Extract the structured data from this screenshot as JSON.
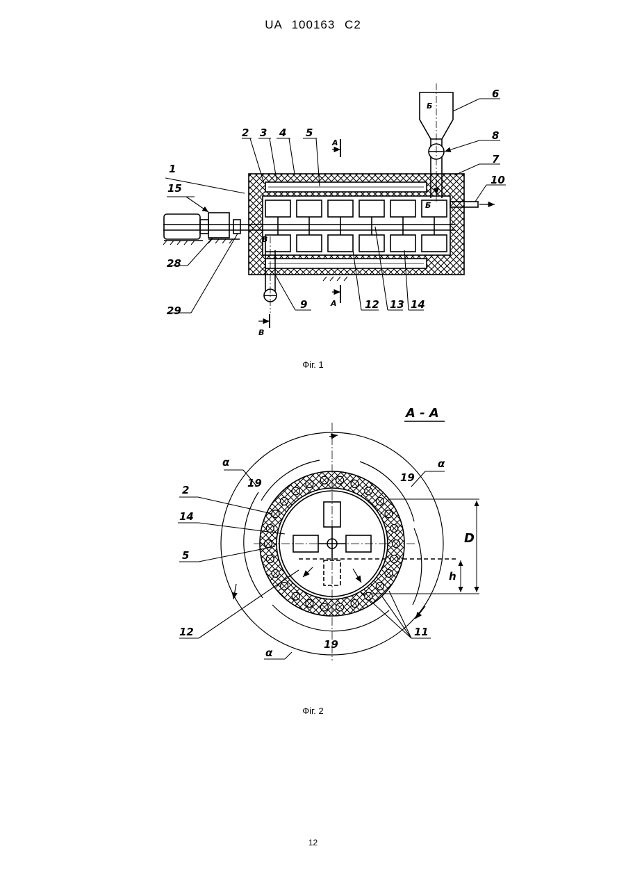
{
  "header": {
    "patent": "UA   100163   C2"
  },
  "fig1": {
    "caption": "Фіг. 1",
    "labels": {
      "l1": "1",
      "l2": "2",
      "l3": "3",
      "l4": "4",
      "l5": "5",
      "l6": "6",
      "l7": "7",
      "l8": "8",
      "l9": "9",
      "l10": "10",
      "l12": "12",
      "l13": "13",
      "l14": "14",
      "l15": "15",
      "l28": "28",
      "l29": "29",
      "secA_top": "A",
      "secA_bot": "A",
      "secB_top": "Б",
      "secB_in": "Б",
      "secV_top": "В",
      "secV_bot": "В"
    }
  },
  "fig2": {
    "caption": "Фіг. 2",
    "section": "А - А",
    "labels": {
      "alpha_l": "α",
      "alpha_r": "α",
      "alpha_b": "α",
      "n19_l": "19",
      "n19_r": "19",
      "n19_b": "19",
      "l2": "2",
      "l14": "14",
      "l5": "5",
      "l12": "12",
      "l11": "11",
      "D": "D",
      "h": "h"
    }
  },
  "page": {
    "number": "12"
  }
}
